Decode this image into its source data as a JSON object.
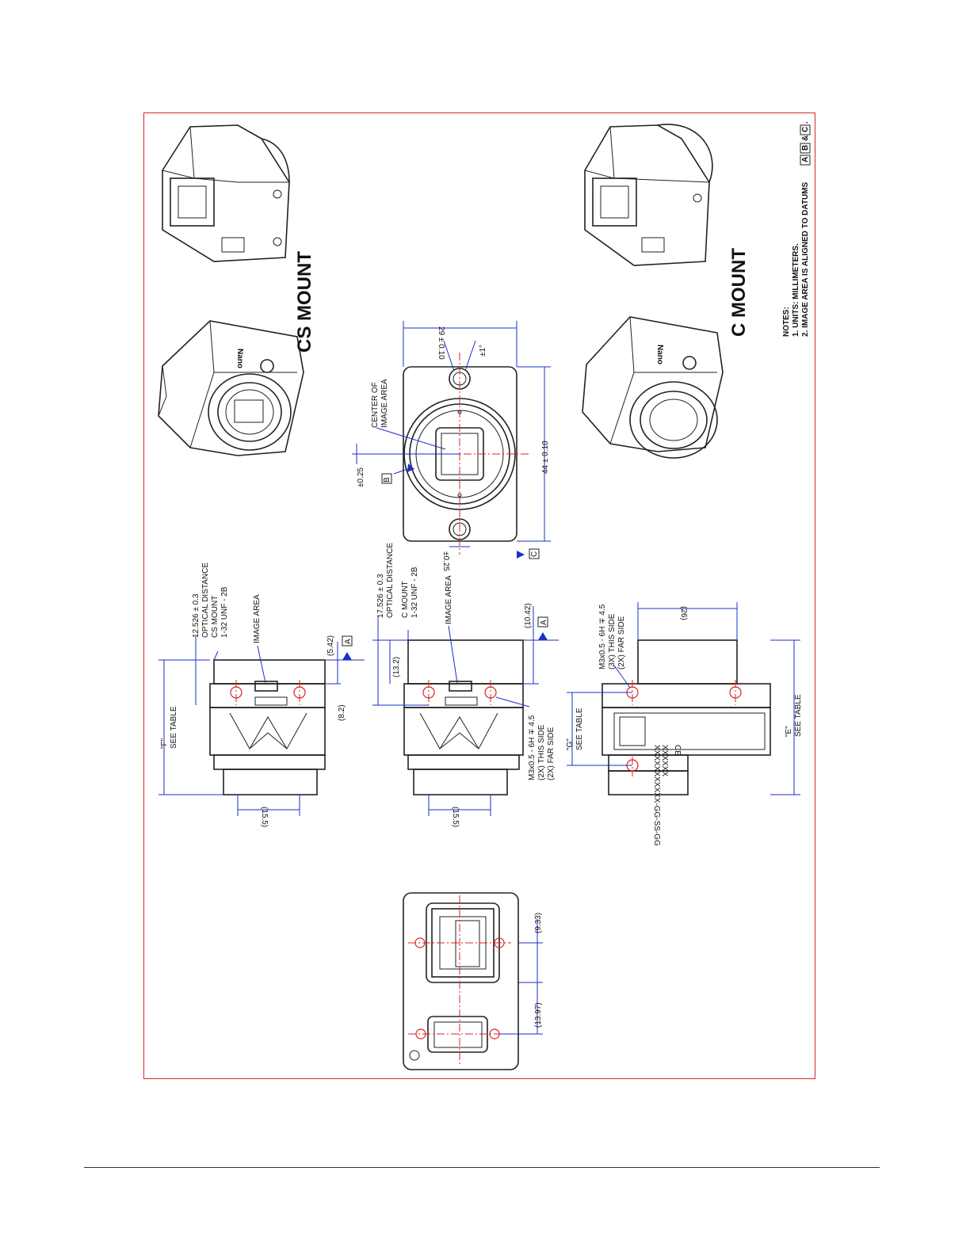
{
  "mount_titles": {
    "cs": "CS MOUNT",
    "c": "C MOUNT"
  },
  "notes": {
    "heading": "NOTES:",
    "line1": "1. UNITS: MILLIMETERS.",
    "line2": "2. IMAGE AREA IS ALIGNED TO DATUMS",
    "datum_a": "A",
    "datum_b": "B",
    "amp": "&",
    "datum_c": "C",
    "period": "."
  },
  "logo_text": "Nano",
  "cs_side": {
    "optical_1": "12.526 ± 0.3",
    "optical_2": "OPTICAL DISTANCE",
    "optical_3": "CS MOUNT",
    "optical_4": "1-32 UNF - 2B",
    "image_area": "IMAGE AREA",
    "f_1": "\"F\"",
    "f_2": "SEE TABLE",
    "d_542": "(5.42)",
    "d_82": "(8.2)",
    "d_155": "(15.5)",
    "datum": "A"
  },
  "c_side": {
    "optical_1": "17.526 ± 0.3",
    "optical_2": "OPTICAL DISTANCE",
    "optical_3": "C MOUNT",
    "optical_4": "1-32 UNF - 2B",
    "image_area": "IMAGE AREA",
    "d_1042": "(10.42)",
    "d_132": "(13.2)",
    "d_155": "(15.5)",
    "m3_1": "M3x0.5 - 6H ∓ 4.5",
    "m3_2": "(2X) THIS SIDE",
    "m3_3": "(2X) FAR SIDE",
    "g_1": "\"G\"",
    "g_2": "SEE TABLE",
    "datum": "A"
  },
  "front": {
    "center_1": "CENTER OF",
    "center_2": "IMAGE AREA",
    "d_29": "29 ± 0.10",
    "d_1deg": "±1°",
    "d_025a": "±0.25",
    "d_025b": "±0.25",
    "d_44": "44 ± 0.10",
    "datum_b": "B",
    "datum_c": "C"
  },
  "bottom": {
    "m3_1": "M3x0.5 - 6H ∓ 4.5",
    "m3_2": "(3X) THIS SIDE",
    "m3_3": "(2X) FAR SIDE",
    "d_26": "(26)",
    "e_1": "\"E\"",
    "e_2": "SEE TABLE",
    "label_1": "XXXXXXXXXXX-GG-SS-GG",
    "label_2": "XXXXXX",
    "ce": "CE"
  },
  "back": {
    "d_933": "(9.33)",
    "d_1397": "(13.97)"
  },
  "colors": {
    "border": "#d42a2a",
    "dimension": "#1a2fc9",
    "centerline": "#e02020"
  }
}
